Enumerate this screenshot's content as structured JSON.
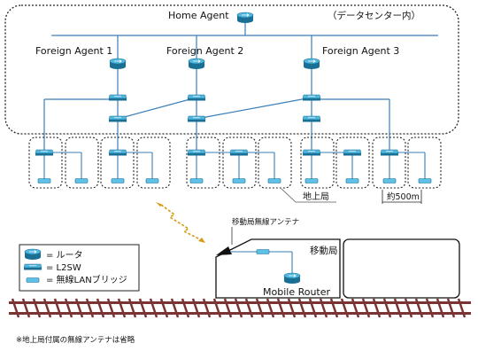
{
  "labels": {
    "home_agent": "Home Agent",
    "data_center": "（データセンター内）",
    "foreign_agent_1": "Foreign Agent 1",
    "foreign_agent_2": "Foreign Agent 2",
    "foreign_agent_3": "Foreign Agent 3",
    "ground_station": "地上局",
    "distance": "約500m",
    "mobile_antenna": "移動局無線アンテナ",
    "mobile_station": "移動局",
    "mobile_router": "Mobile Router",
    "footnote": "※地上局付属の無線アンテナは省略"
  },
  "legend": {
    "router": "= ルータ",
    "l2sw": "= L2SW",
    "bridge": "= 無線LANブリッジ"
  },
  "colors": {
    "line": "#3a7fb9",
    "icon_fill": "#38a6cf",
    "icon_edge": "#1a6f95",
    "rail": "#7a3434",
    "lightning": "#d89a12"
  }
}
